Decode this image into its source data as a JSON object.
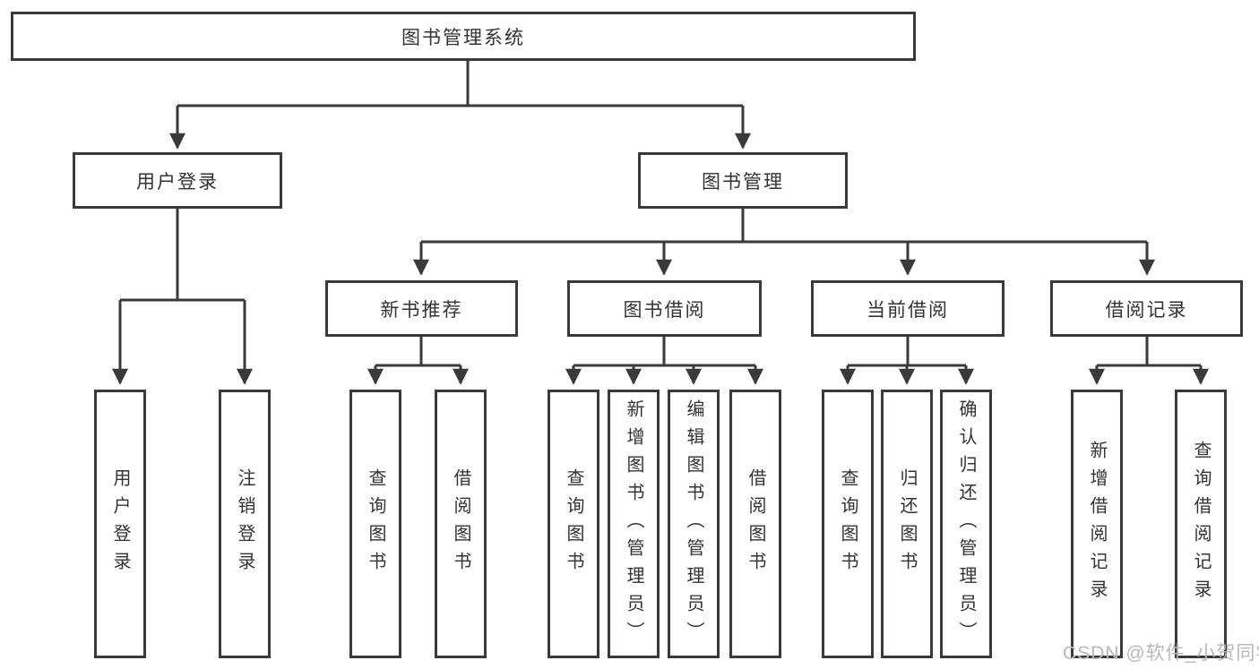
{
  "diagram": {
    "type": "tree",
    "title": "图书管理系统",
    "watermark": "CSDN @软件_小贺同学",
    "colors": {
      "line": "#3a3a3a",
      "box_border": "#3a3a3a",
      "box_fill": "#ffffff",
      "text": "#333333",
      "watermark": "#b9b9b9",
      "background": "#ffffff"
    },
    "tree": {
      "label": "图书管理系统",
      "children": [
        {
          "label": "用户登录",
          "children": [
            {
              "label": "用户登录"
            },
            {
              "label": "注销登录"
            }
          ]
        },
        {
          "label": "图书管理",
          "children": [
            {
              "label": "新书推荐",
              "children": [
                {
                  "label": "查询图书"
                },
                {
                  "label": "借阅图书"
                }
              ]
            },
            {
              "label": "图书借阅",
              "children": [
                {
                  "label": "查询图书"
                },
                {
                  "label": "新增图书（管理员）"
                },
                {
                  "label": "编辑图书（管理员）"
                },
                {
                  "label": "借阅图书"
                }
              ]
            },
            {
              "label": "当前借阅",
              "children": [
                {
                  "label": "查询图书"
                },
                {
                  "label": "归还图书"
                },
                {
                  "label": "确认归还（管理员）"
                }
              ]
            },
            {
              "label": "借阅记录",
              "children": [
                {
                  "label": "新增借阅记录"
                },
                {
                  "label": "查询借阅记录"
                }
              ]
            }
          ]
        }
      ]
    }
  }
}
